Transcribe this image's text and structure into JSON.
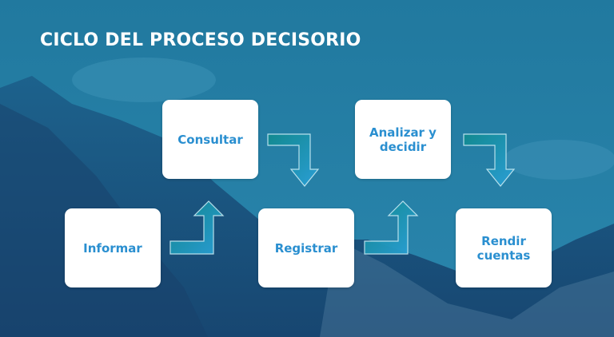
{
  "slide": {
    "title": "CICLO DEL PROCESO DECISORIO",
    "steps": [
      {
        "label": "Informar"
      },
      {
        "label": "Consultar"
      },
      {
        "label": "Registrar"
      },
      {
        "label": "Analizar y decidir"
      },
      {
        "label": "Rendir cuentas"
      }
    ]
  },
  "colors": {
    "box_text": "#2a8fd0",
    "arrow": "#1a8fa0",
    "background": "#23789f"
  }
}
